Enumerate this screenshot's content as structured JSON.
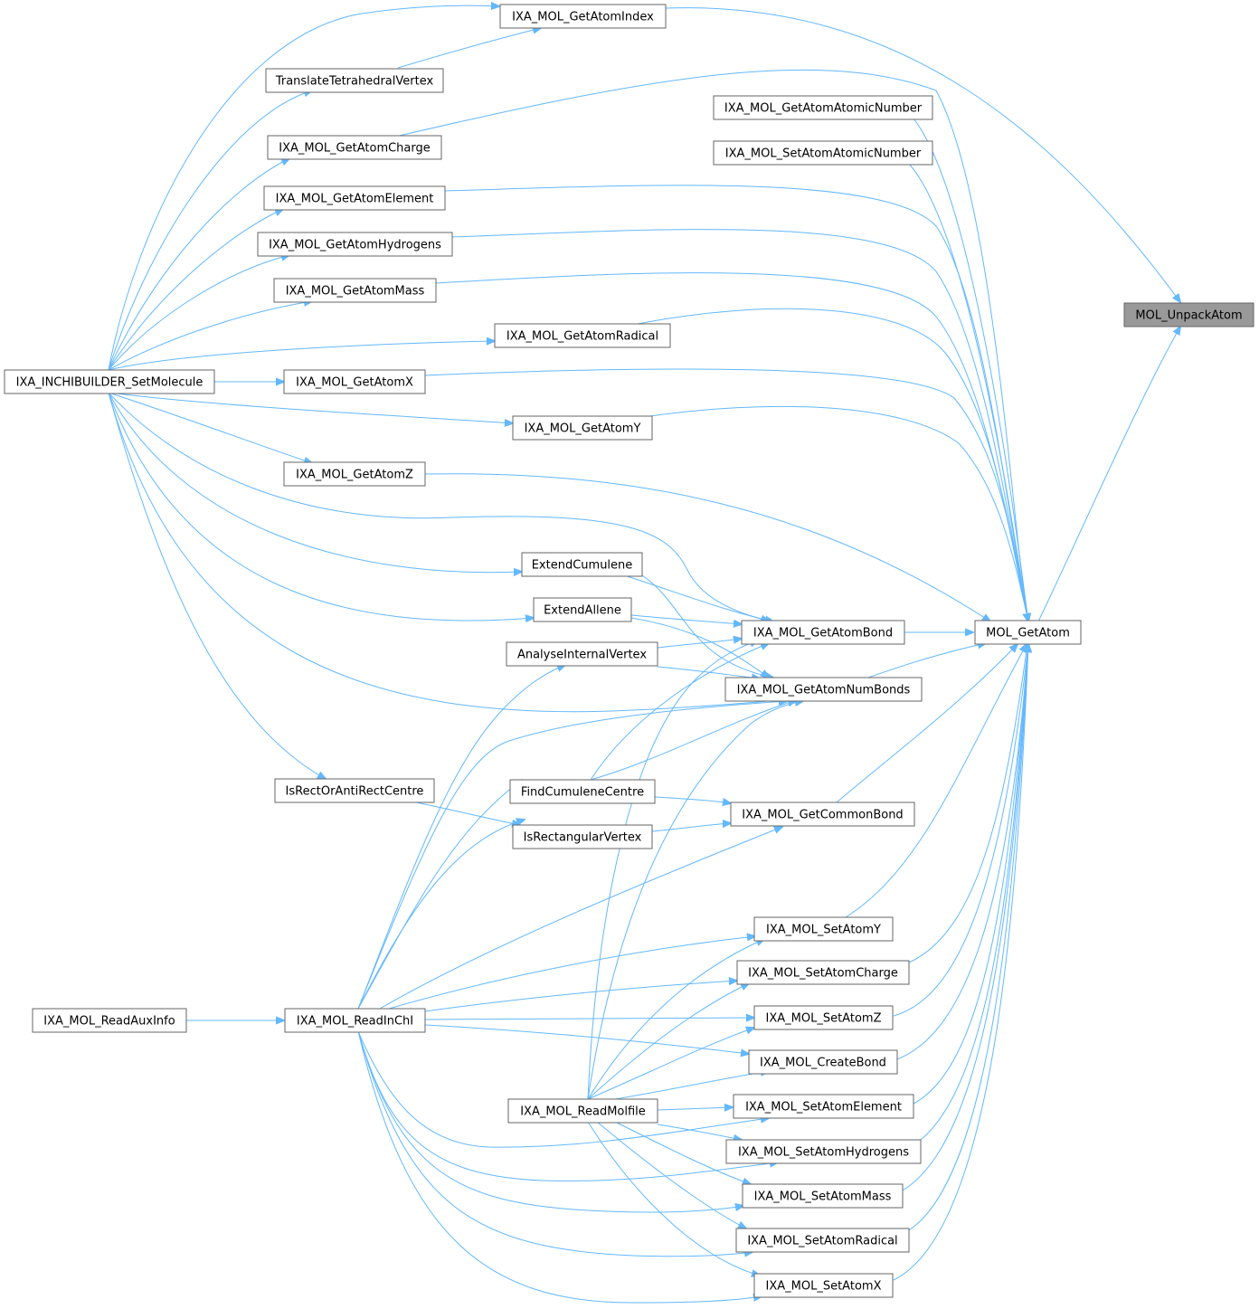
{
  "nodes": {
    "mol_unpackatom": "MOL_UnpackAtom",
    "mol_getatom": "MOL_GetAtom",
    "getatomindex": "IXA_MOL_GetAtomIndex",
    "translatetetrahedralvertex": "TranslateTetrahedralVertex",
    "getatomatomicnumber": "IXA_MOL_GetAtomAtomicNumber",
    "setatomatomicnumber": "IXA_MOL_SetAtomAtomicNumber",
    "getatomcharge": "IXA_MOL_GetAtomCharge",
    "getatomelement": "IXA_MOL_GetAtomElement",
    "getatomhydrogens": "IXA_MOL_GetAtomHydrogens",
    "getatommass": "IXA_MOL_GetAtomMass",
    "getatomradical": "IXA_MOL_GetAtomRadical",
    "setmolecule": "IXA_INCHIBUILDER_SetMolecule",
    "getatomx": "IXA_MOL_GetAtomX",
    "getatomy": "IXA_MOL_GetAtomY",
    "getatomz": "IXA_MOL_GetAtomZ",
    "extendcumulene": "ExtendCumulene",
    "extendallene": "ExtendAllene",
    "getatombond": "IXA_MOL_GetAtomBond",
    "analyseinternalvertex": "AnalyseInternalVertex",
    "getatomnumbonds": "IXA_MOL_GetAtomNumBonds",
    "isrectorantirectcentre": "IsRectOrAntiRectCentre",
    "findcumulenecentre": "FindCumuleneCentre",
    "getcommonbond": "IXA_MOL_GetCommonBond",
    "isrectangularvertex": "IsRectangularVertex",
    "setatomy": "IXA_MOL_SetAtomY",
    "setatomcharge": "IXA_MOL_SetAtomCharge",
    "readauxinfo": "IXA_MOL_ReadAuxInfo",
    "readinchi": "IXA_MOL_ReadInChI",
    "setatomz": "IXA_MOL_SetAtomZ",
    "createbond": "IXA_MOL_CreateBond",
    "readmolfile": "IXA_MOL_ReadMolfile",
    "setatomelement": "IXA_MOL_SetAtomElement",
    "setatomhydrogens": "IXA_MOL_SetAtomHydrogens",
    "setatommass": "IXA_MOL_SetAtomMass",
    "setatomradical": "IXA_MOL_SetAtomRadical",
    "setatomx": "IXA_MOL_SetAtomX"
  },
  "colors": {
    "edge": "#63b8ff",
    "node_border": "#666666",
    "node_fill": "#ffffff",
    "highlight_fill": "#999999"
  }
}
